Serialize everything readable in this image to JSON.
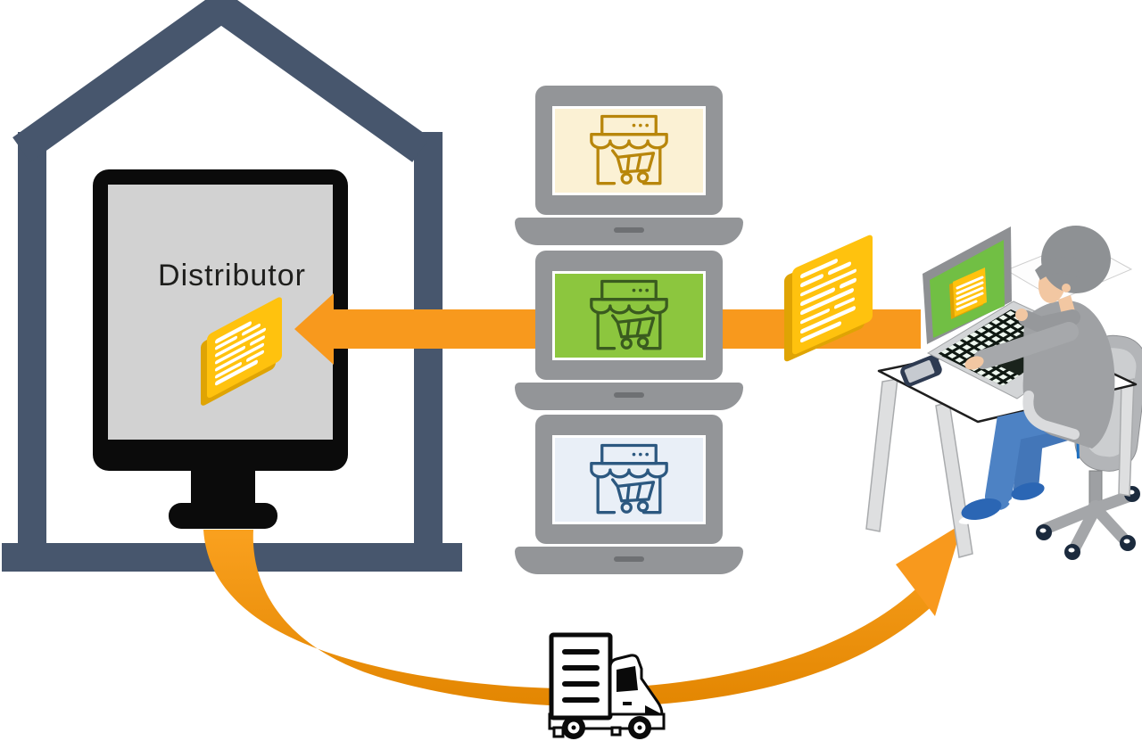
{
  "theme": {
    "colors": {
      "canvas_bg": "#FFFFFF",
      "house_slate": "#47566D",
      "arrow_orange": "#F8991D",
      "arrow_orange_light": "#F9A01E",
      "arrow_orange_dark": "#E28500",
      "doc_yellow": "#FFC20E",
      "doc_gold": "#DFA404",
      "laptop_gray": "#939598",
      "screen_cream": "#FBF1D4",
      "screen_green": "#8CC63E",
      "screen_blue": "#E9EFF7",
      "store_gold": "#B8860B",
      "store_green": "#3A5B1F",
      "store_navy": "#2C5880",
      "monitor_black": "#0B0B0B",
      "monitor_screen_gray": "#D2D2D2"
    }
  },
  "diagram": {
    "distributor_label": "Distributor",
    "nodes": [
      {
        "id": "distributor-warehouse",
        "type": "desktop-monitor-in-house",
        "label": "Distributor",
        "icon": "document-icon"
      },
      {
        "id": "storefront-laptop-1",
        "type": "laptop",
        "screen": "cream",
        "icon": "storefront-icon"
      },
      {
        "id": "storefront-laptop-2",
        "type": "laptop",
        "screen": "green",
        "icon": "storefront-icon"
      },
      {
        "id": "storefront-laptop-3",
        "type": "laptop",
        "screen": "blue",
        "icon": "storefront-icon"
      },
      {
        "id": "buyer-at-desk",
        "type": "person-with-laptop",
        "icon": "document-icon"
      },
      {
        "id": "delivery",
        "type": "truck",
        "icon": "delivery-truck-icon"
      }
    ],
    "flows": [
      {
        "from": "storefront-laptop-2",
        "to": "distributor-warehouse",
        "style": "straight-orange-arrow",
        "carries": "document-icon"
      },
      {
        "from": "buyer-at-desk",
        "to": "storefront-laptop-2",
        "style": "straight-orange-band",
        "carries": "document-icon"
      },
      {
        "from": "distributor-warehouse",
        "to": "buyer-at-desk",
        "style": "curved-orange-arrow",
        "via": "delivery-truck-icon"
      }
    ]
  }
}
